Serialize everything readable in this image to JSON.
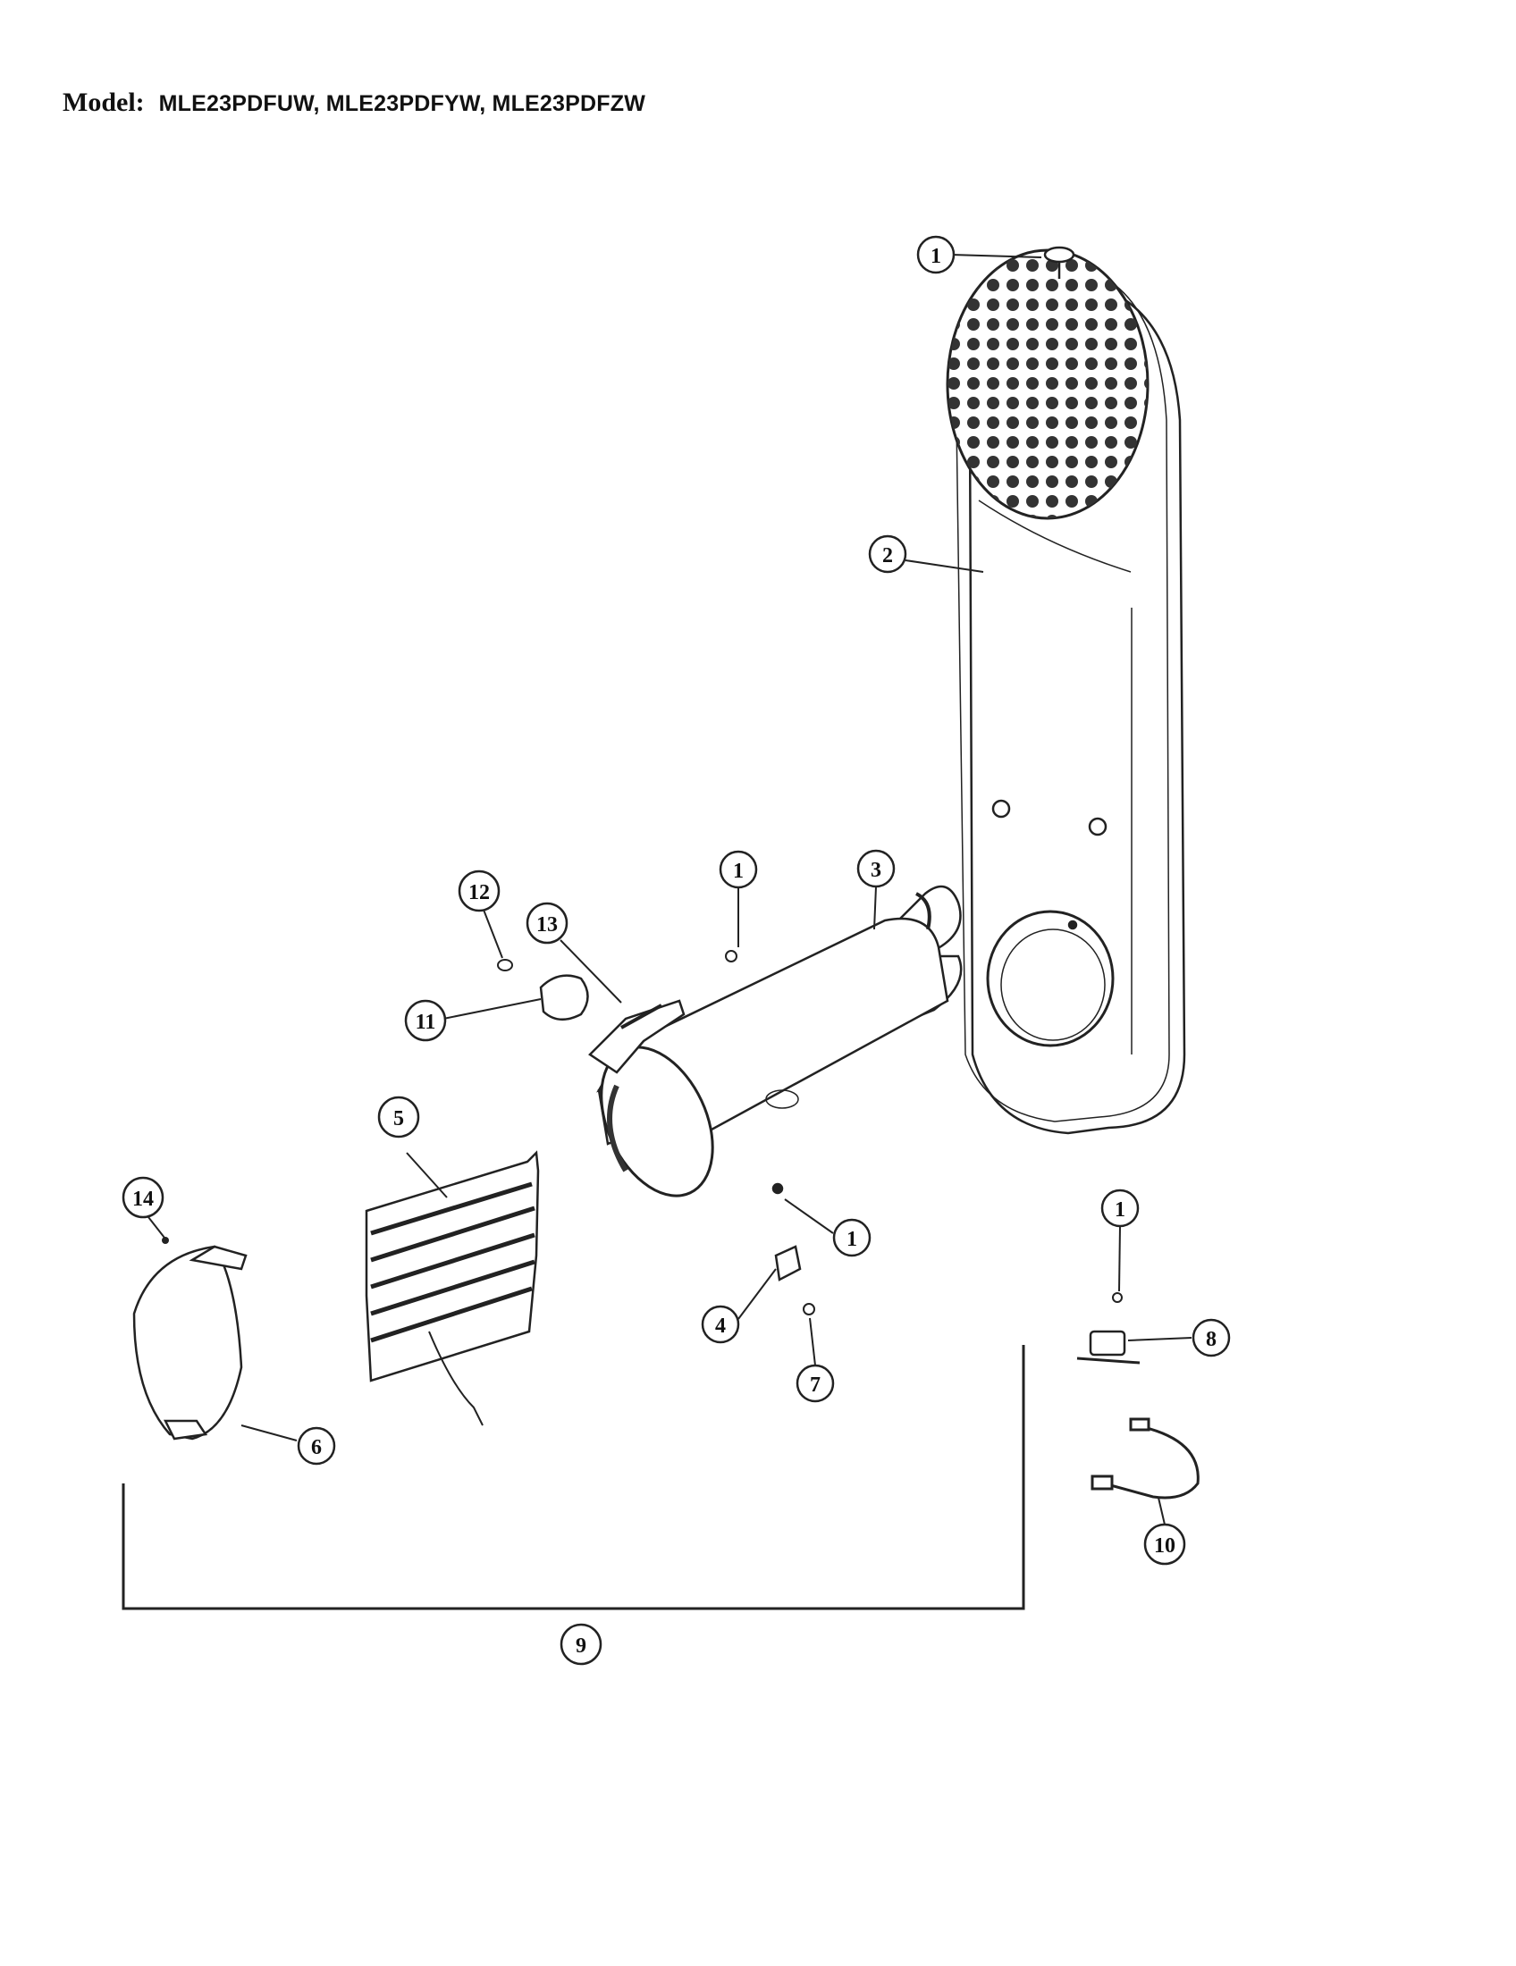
{
  "header": {
    "model_label": "Model:",
    "model_values": "MLE23PDFUW, MLE23PDFYW, MLE23PDFZW"
  },
  "callouts": [
    "1",
    "2",
    "1",
    "3",
    "12",
    "13",
    "11",
    "5",
    "14",
    "1",
    "4",
    "7",
    "6",
    "1",
    "8",
    "10",
    "9"
  ],
  "colors": {
    "line": "#222222",
    "fill": "#ffffff",
    "hole": "#333333"
  }
}
